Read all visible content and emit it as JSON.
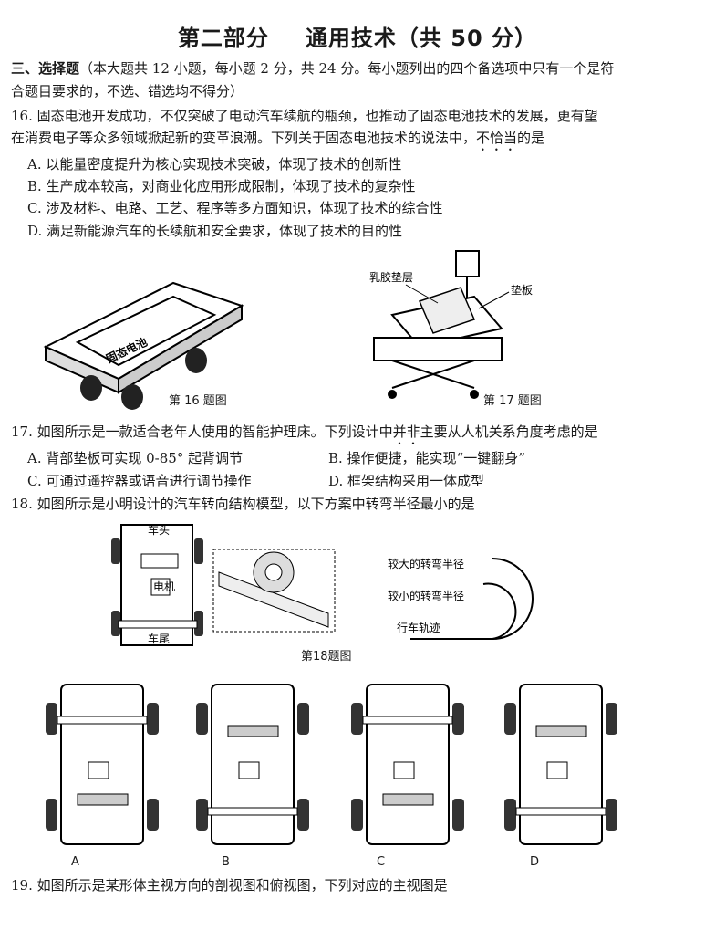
{
  "title": {
    "part": "第二部分",
    "subject": "通用技术（共 50 分）"
  },
  "section": {
    "heading": "三、选择题",
    "desc_1": "（本大题共 12 小题，每小题 2 分，共 24 分。每小题列出的四个备选项中只有一个是符",
    "desc_2": "合题目要求的，不选、错选均不得分）"
  },
  "q16": {
    "line1": "16. 固态电池开发成功，不仅突破了电动汽车续航的瓶颈，也推动了固态电池技术的发展，更有望",
    "line2_pre": "在消费电子等众多领域掀起新的变革浪潮。下列关于固态电池技术的说法中，",
    "line2_em": "不恰当",
    "line2_post": "的是",
    "options": [
      "A. 以能量密度提升为核心实现技术突破，体现了技术的创新性",
      "B. 生产成本较高，对商业化应用形成限制，体现了技术的复杂性",
      "C. 涉及材料、电路、工艺、程序等多方面知识，体现了技术的综合性",
      "D. 满足新能源汽车的长续航和安全要求，体现了技术的目的性"
    ],
    "figure_label": "固态电池",
    "caption": "第 16 题图"
  },
  "q17": {
    "line_pre": "17. 如图所示是一款适合老年人使用的智能护理床。下列设计中",
    "line_em": "并非",
    "line_post": "主要从人机关系角度考虑的是",
    "options": [
      "A. 背部垫板可实现 0-85° 起背调节",
      "B. 操作便捷，能实现“一键翻身”",
      "C. 可通过遥控器或语音进行调节操作",
      "D. 框架结构采用一体成型"
    ],
    "label_latex": "乳胶垫层",
    "label_board": "垫板",
    "caption": "第 17 题图"
  },
  "q18": {
    "line": "18. 如图所示是小明设计的汽车转向结构模型，以下方案中转弯半径最小的是",
    "car_front": "车头",
    "car_rear": "车尾",
    "motor": "电机",
    "large_radius": "较大的转弯半径",
    "small_radius": "较小的转弯半径",
    "track": "行车轨迹",
    "caption": "第18题图",
    "choices": [
      "A",
      "B",
      "C",
      "D"
    ]
  },
  "q19": {
    "line": "19. 如图所示是某形体主视方向的剖视图和俯视图，下列对应的主视图是"
  }
}
